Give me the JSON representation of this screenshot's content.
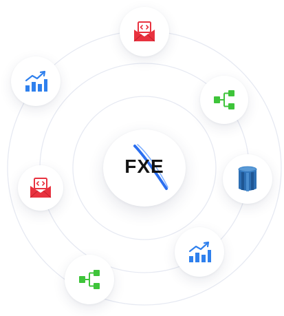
{
  "logo": {
    "text": "FXE",
    "swoosh_color": "#2b6ff0",
    "text_color": "#141414"
  },
  "ring_color": "#e6e9f2",
  "nodes": [
    {
      "id": "top",
      "icon": "email-code-icon",
      "color": "#e8323f"
    },
    {
      "id": "upper-left",
      "icon": "bar-chart-up-icon",
      "color": "#2f80ed"
    },
    {
      "id": "upper-right",
      "icon": "workflow-tree-icon",
      "color": "#3ec43a"
    },
    {
      "id": "right",
      "icon": "database-cylinder-icon",
      "color": "#2d6fb4"
    },
    {
      "id": "left",
      "icon": "email-code-icon",
      "color": "#e8323f"
    },
    {
      "id": "lower-right",
      "icon": "bar-chart-up-icon",
      "color": "#2f80ed"
    },
    {
      "id": "bottom-left",
      "icon": "workflow-tree-icon",
      "color": "#3ec43a"
    }
  ]
}
